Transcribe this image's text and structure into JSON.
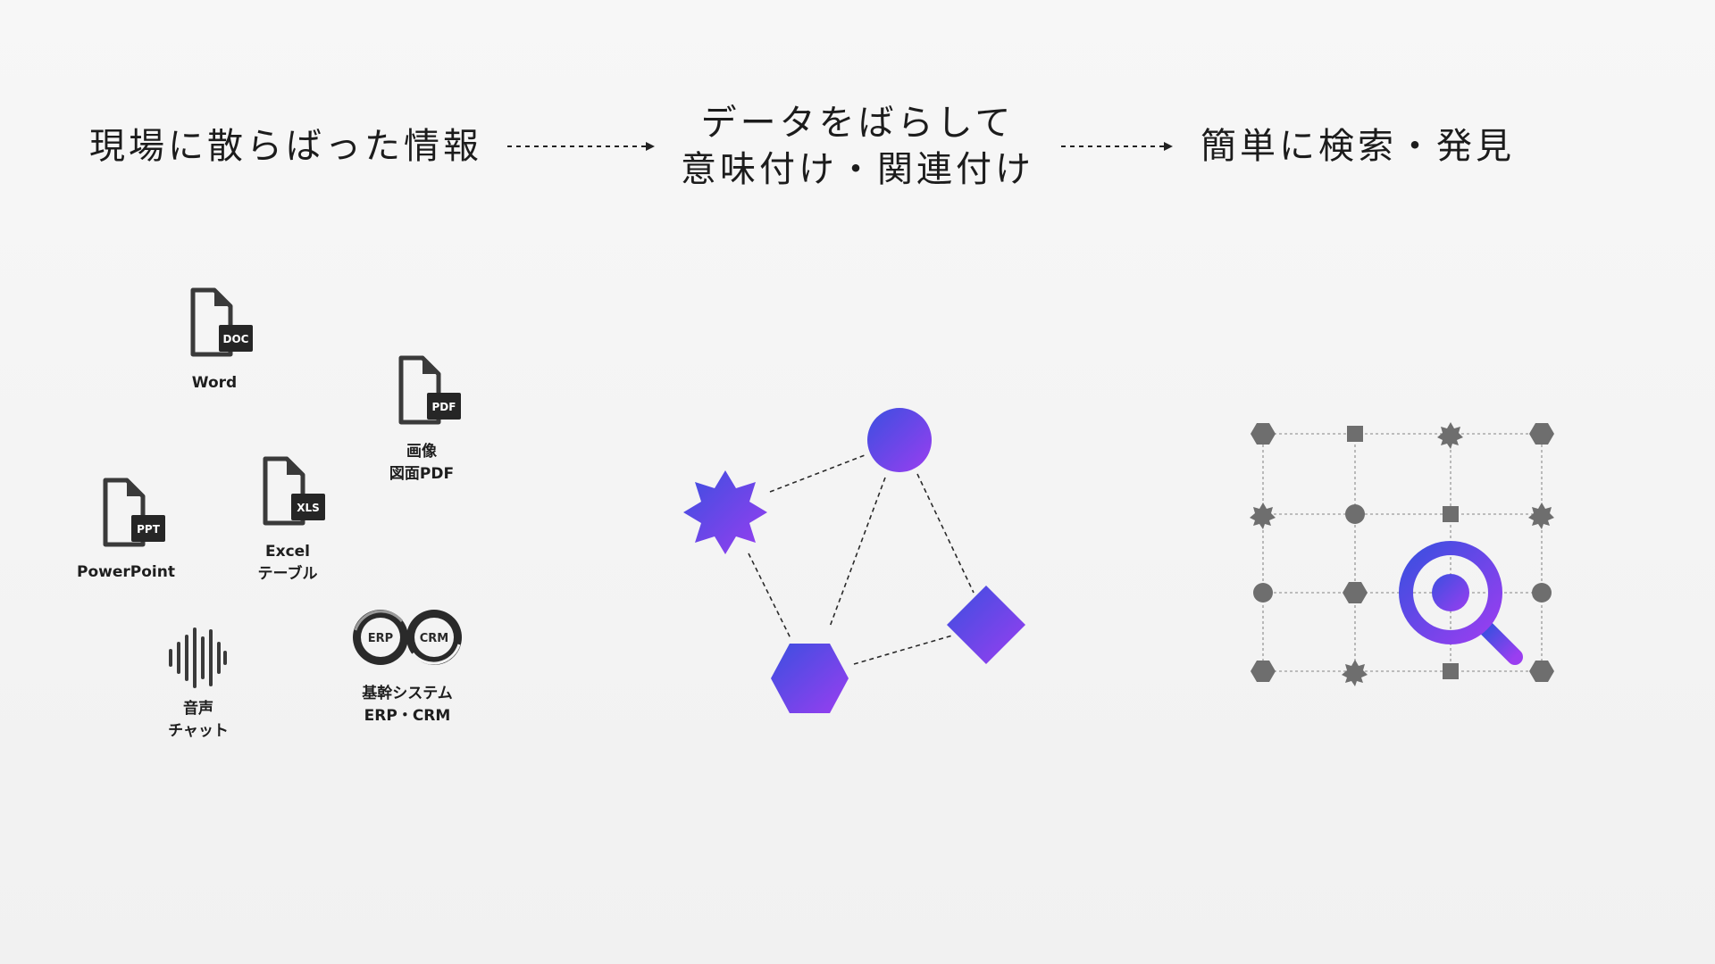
{
  "steps": {
    "step1": "現場に散らばった情報",
    "step2_line1": "データをばらして",
    "step2_line2": "意味付け・関連付け",
    "step3": "簡単に検索・発見"
  },
  "sources": {
    "word": {
      "badge": "DOC",
      "label": "Word"
    },
    "pdf": {
      "badge": "PDF",
      "line1": "画像",
      "line2": "図面PDF"
    },
    "excel": {
      "badge": "XLS",
      "line1": "Excel",
      "line2": "テーブル"
    },
    "ppt": {
      "badge": "PPT",
      "label": "PowerPoint"
    },
    "audio": {
      "line1": "音声",
      "line2": "チャット"
    },
    "erp": {
      "badge_left": "ERP",
      "badge_right": "CRM",
      "line1": "基幹システム",
      "line2": "ERP・CRM"
    }
  },
  "colors": {
    "gradient_start": "#3b4fe0",
    "gradient_end": "#9a3ef0",
    "gray_node": "#6e6e6e",
    "file_icon": "#3a3a3a"
  },
  "icons": [
    "doc-file-icon",
    "pdf-file-icon",
    "xls-file-icon",
    "ppt-file-icon",
    "audio-wave-icon",
    "erp-crm-icon",
    "magnifier-icon"
  ]
}
